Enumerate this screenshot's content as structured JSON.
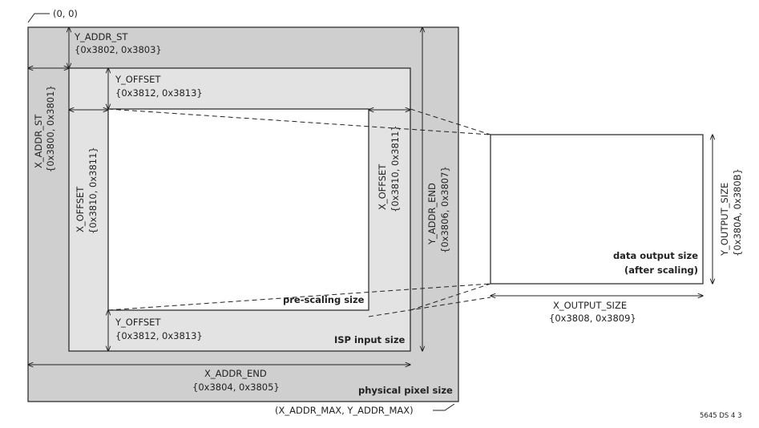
{
  "labels": {
    "origin": "(0, 0)",
    "y_addr_st": "Y_ADDR_ST",
    "y_addr_st_reg": "{0x3802, 0x3803}",
    "x_addr_st": "X_ADDR_ST",
    "x_addr_st_reg": "{0x3800, 0x3801}",
    "y_offset_top": "Y_OFFSET",
    "y_offset_top_reg": "{0x3812, 0x3813}",
    "x_offset_left": "X_OFFSET",
    "x_offset_left_reg": "{0x3810, 0x3811}",
    "x_offset_right": "X_OFFSET",
    "x_offset_right_reg": "{0x3810, 0x3811}",
    "y_addr_end": "Y_ADDR_END",
    "y_addr_end_reg": "{0x3806, 0x3807}",
    "pre_scaling": "pre-scaling size",
    "y_offset_bottom": "Y_OFFSET",
    "y_offset_bottom_reg": "{0x3812, 0x3813}",
    "isp_input": "ISP input size",
    "x_addr_end": "X_ADDR_END",
    "x_addr_end_reg": "{0x3804, 0x3805}",
    "physical_pixel": "physical pixel size",
    "addr_max": "(X_ADDR_MAX, Y_ADDR_MAX)",
    "data_output_1": "data output size",
    "data_output_2": "(after scaling)",
    "y_output_size": "Y_OUTPUT_SIZE",
    "y_output_size_reg": "{0x380A, 0x380B}",
    "x_output_size": "X_OUTPUT_SIZE",
    "x_output_size_reg": "{0x3808, 0x3809}",
    "figure_id": "5645 DS 4 3"
  },
  "colors": {
    "physical_fill": "#cfcfcf",
    "isp_fill": "#e3e3e3",
    "inner_fill": "#ffffff",
    "stroke": "#222222"
  }
}
